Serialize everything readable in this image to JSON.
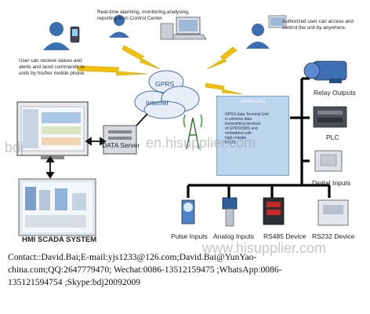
{
  "labels": {
    "realtime_1": "Real-time alarming, monitoring,analysing,",
    "realtime_2": "reporting from Control Center.",
    "authorized_1": "Authorized user can access and",
    "authorized_2": "control the unit by anywhere.",
    "user_1": "User can recieve values and",
    "user_2": "alerts and send commands to",
    "user_3": "units by his/her mobile phone.",
    "gprs": "GPRS",
    "internet": "Internet",
    "data_server": "DATA Server",
    "gprs_dtu_title": "GPRS DTU",
    "dtu_desc_1": "GPRS data Terminal Unit",
    "dtu_desc_2": "is wireless data",
    "dtu_desc_3": "transmitting terminal",
    "dtu_desc_4": "of GPRS/SMS and",
    "dtu_desc_5": "embedded with",
    "dtu_desc_6": "high-reliable",
    "dtu_desc_7": "RTOS",
    "hmi_scada": "HMI SCADA SYSTEM",
    "relay_outputs": "Relay Outputs",
    "plc": "PLC",
    "digital_inputs": "Digital Inputs",
    "pulse_inputs": "Pulse Inputs",
    "analog_inputs": "Analog Inputs",
    "rs485": "RS485 Device",
    "rs232": "RS232 Device"
  },
  "contact": {
    "line1": "Contact::David.Bai;E-mail:yjs1233@126.com;David.Bai@YunYao-",
    "line2": "china.com;QQ:2647779470; Wechat:0086-13512159475 ;WhatsApp:0086-",
    "line3": "135121594754 ;Skype:bdj20092009"
  },
  "watermark": {
    "left": "bdj",
    "center": "en.hisupplier.com",
    "bottom": "www.hisupplier.com"
  },
  "colors": {
    "network_line": "#000000",
    "dtu_panel": "#bdd6ee",
    "cloud": "#e8eef7",
    "lightning": "#f2c200",
    "antenna": "#2f7a2f"
  }
}
